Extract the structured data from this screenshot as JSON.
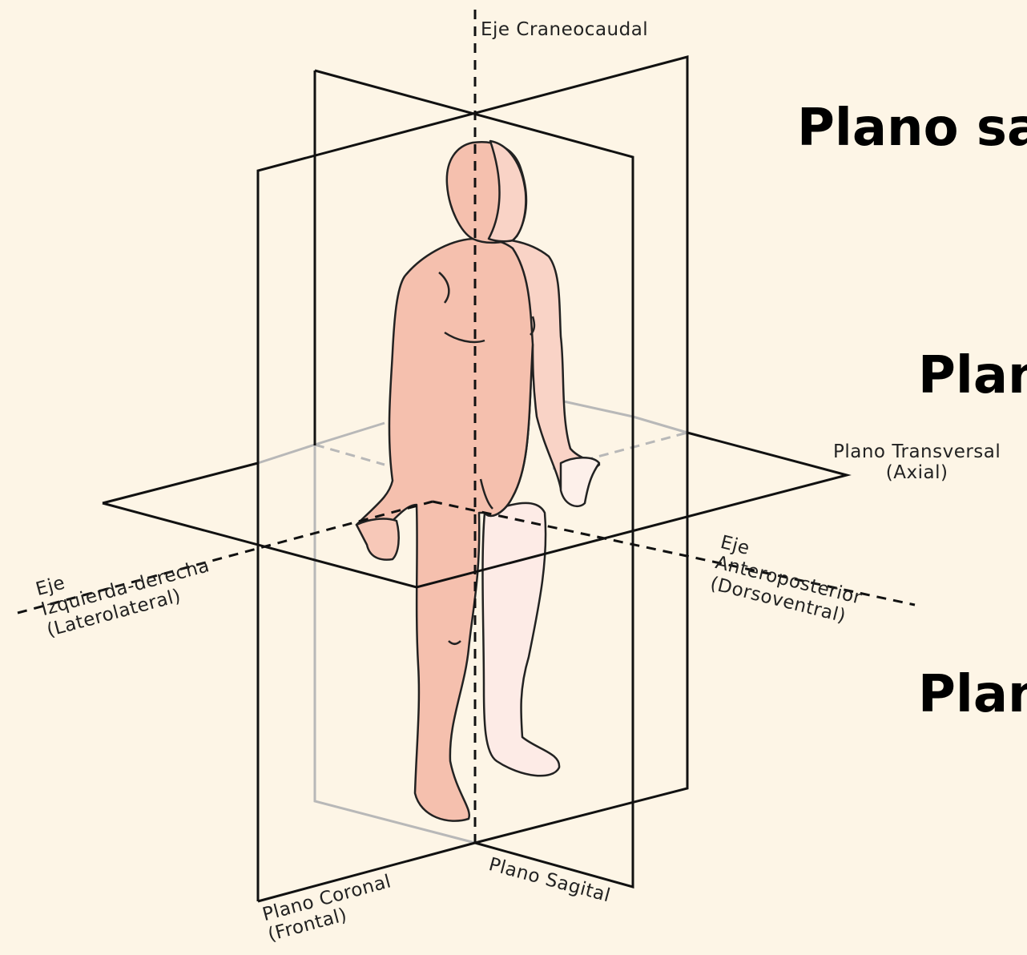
{
  "axes": {
    "craneocaudal": "Eje Craneocaudal",
    "lateral": {
      "line1": "Eje",
      "line2": "Izquierda-derecha",
      "line3": "(Laterolateral)"
    },
    "anteroposterior": {
      "line1": "Eje",
      "line2": "Anteroposterior",
      "line3": "(Dorsoventral)"
    }
  },
  "planes": {
    "transversal": {
      "line1": "Plano Transversal",
      "line2": "(Axial)"
    },
    "coronal": {
      "line1": "Plano Coronal",
      "line2": "(Frontal)"
    },
    "sagital": "Plano Sagital"
  },
  "side_titles": {
    "first": "Plano sag",
    "second": "Plan",
    "third": "Plan"
  },
  "colors": {
    "background": "#fdf5e6",
    "body_front": "#f5c0ae",
    "body_side": "#f9d3c6",
    "leg_light": "#fdebe6",
    "plane_line": "#111111",
    "plane_faded": "#b8b8b8"
  }
}
